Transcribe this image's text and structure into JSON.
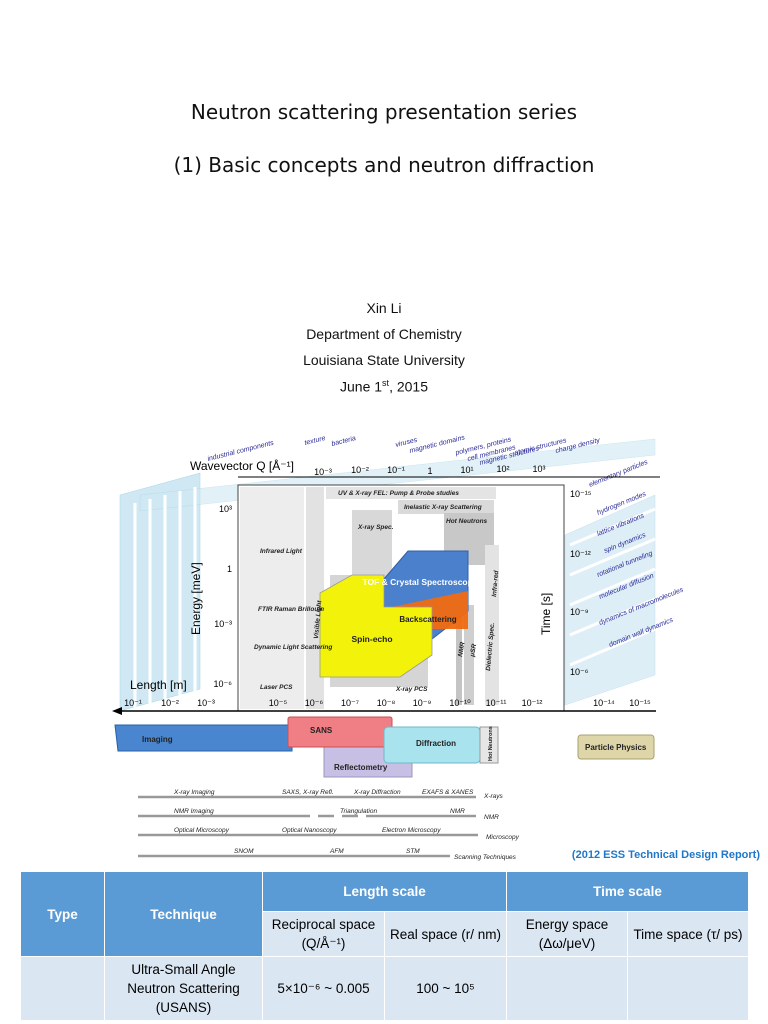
{
  "header": {
    "series_title": "Neutron scattering presentation series",
    "part_title": "(1) Basic concepts and neutron diffraction"
  },
  "author": {
    "name": "Xin Li",
    "department": "Department of Chemistry",
    "university": "Louisiana State University",
    "date_prefix": "June 1",
    "date_sup": "st",
    "date_suffix": ", 2015"
  },
  "figure": {
    "top_scale_label": "Wavevector Q [Å⁻¹]",
    "top_ticks": [
      "10⁻³",
      "10⁻²",
      "10⁻¹",
      "1",
      "10¹",
      "10²",
      "10³"
    ],
    "energy_axis_label": "Energy [meV]",
    "energy_ticks": [
      "10³",
      "1",
      "10⁻³",
      "10⁻⁶"
    ],
    "time_axis_label": "Time [s]",
    "time_ticks": [
      "10⁻¹⁵",
      "10⁻¹²",
      "10⁻⁹",
      "10⁻⁶"
    ],
    "length_label": "Length [m]",
    "length_ticks": [
      "10⁻¹",
      "10⁻²",
      "10⁻³",
      "10⁻⁵",
      "10⁻⁶",
      "10⁻⁷",
      "10⁻⁸",
      "10⁻⁹",
      "10⁻¹⁰",
      "10⁻¹¹",
      "10⁻¹²",
      "10⁻¹⁴",
      "10⁻¹⁵"
    ],
    "top_slanted": [
      "industrial components",
      "texture",
      "bacteria",
      "viruses",
      "magnetic domains",
      "polymers, proteins",
      "cell membranes",
      "magnetic structures",
      "atomic structures",
      "charge density"
    ],
    "right_slanted": [
      "elementary particles",
      "hydrogen modes",
      "lattice vibrations",
      "spin dynamics",
      "rotational tunneling",
      "molecular diffusion",
      "dynamics of macromolecules",
      "domain wall dynamics"
    ],
    "region_labels": {
      "uv_xray": "UV & X-ray FEL: Pump & Probe studies",
      "inelastic_xray": "Inelastic X-ray Scattering",
      "hot_neutrons": "Hot Neutrons",
      "xray_spec": "X-ray Spec.",
      "infrared": "Infrared Light",
      "ftir": "FTIR Raman Brillouin",
      "dls": "Dynamic Light Scattering",
      "laser_pcs": "Laser PCS",
      "visible_light": "Visible Light",
      "tof": "TOF & Crystal Spectroscopy",
      "backscattering": "Backscattering",
      "spin_echo": "Spin-echo",
      "xray_pcs": "X-ray PCS",
      "nmr": "NMR",
      "msr": "μSR",
      "dielectric": "Dielectric Spec.",
      "infrared_v": "Infra-red"
    },
    "bars": {
      "imaging": "Imaging",
      "sans": "SANS",
      "reflectometry": "Reflectometry",
      "diffraction": "Diffraction",
      "hot_neutrons": "Hot Neutrons",
      "particle_physics": "Particle Physics"
    },
    "technique_rows": [
      {
        "items": [
          "X-ray Imaging",
          "SAXS, X-ray Refl.",
          "X-ray Diffraction",
          "EXAFS & XANES"
        ],
        "end": "X-rays"
      },
      {
        "items": [
          "NMR Imaging",
          "Triangulation",
          "NMR"
        ],
        "end": "NMR"
      },
      {
        "items": [
          "Optical Microscopy",
          "Optical Nanoscopy",
          "Electron Microscopy"
        ],
        "end": "Microscopy"
      },
      {
        "items": [
          "SNOM",
          "AFM",
          "STM"
        ],
        "end": "Scanning Techniques"
      }
    ],
    "caption": "(2012 ESS Technical Design Report)"
  },
  "table": {
    "headers": {
      "type": "Type",
      "technique": "Technique",
      "length_scale": "Length scale",
      "time_scale": "Time scale",
      "reciprocal": "Reciprocal space (Q/Å⁻¹)",
      "real": "Real space (r/ nm)",
      "energy": "Energy space (Δω/μeV)",
      "time": "Time space (τ/ ps)"
    },
    "rows": [
      {
        "technique": "Ultra-Small Angle Neutron Scattering (USANS)",
        "reciprocal": "5×10⁻⁶ ~ 0.005",
        "real": "100 ~ 10⁵"
      }
    ]
  },
  "colors": {
    "table_header": "#5b9bd5",
    "table_cell": "#dbe6f3",
    "caption": "#1f77c9",
    "band": "#cfe8f3",
    "tof": "#4a80cc",
    "backscattering": "#f06a10",
    "spin_echo": "#f2f20a",
    "sans": "#f07f85",
    "diffraction": "#a9e3ee",
    "reflectometry": "#c8c0e4",
    "particle": "#ded6a8",
    "slanted_text": "#2a2a9a"
  }
}
